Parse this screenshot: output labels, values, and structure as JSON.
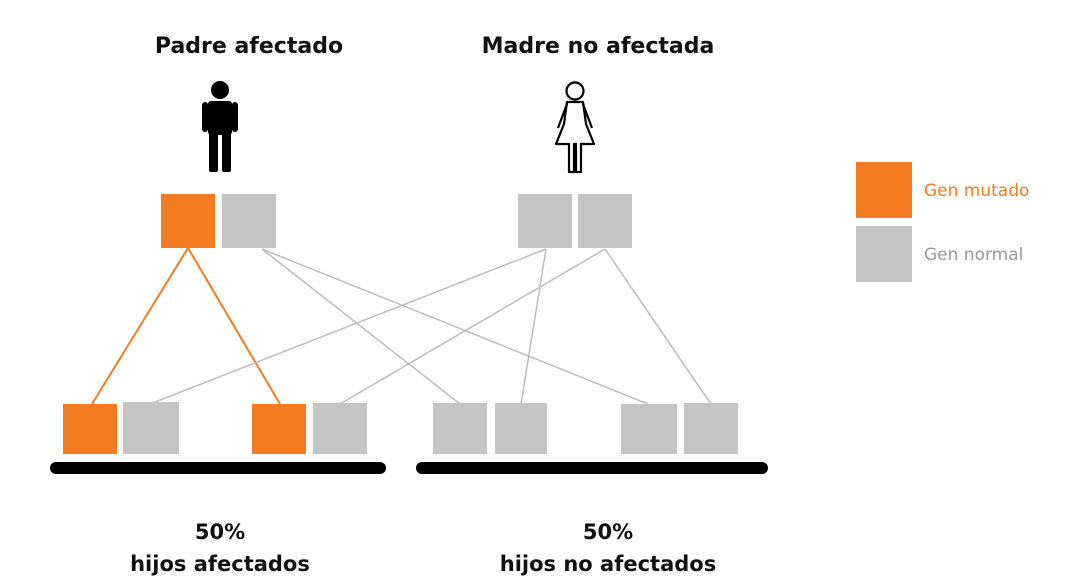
{
  "colors": {
    "mutated": "#F47B20",
    "normal": "#C4C4C4",
    "line_normal": "#BDBDBD",
    "bar": "#000000"
  },
  "parents": {
    "father_label": "Padre afectado",
    "mother_label": "Madre no afectada",
    "father_icon": "male-person-icon",
    "mother_icon": "female-person-icon"
  },
  "legend": {
    "mutated_label": "Gen mutado",
    "normal_label": "Gen normal"
  },
  "results": {
    "affected_percent": "50%",
    "affected_label": "hijos afectados",
    "unaffected_percent": "50%",
    "unaffected_label": "hijos no afectados"
  }
}
